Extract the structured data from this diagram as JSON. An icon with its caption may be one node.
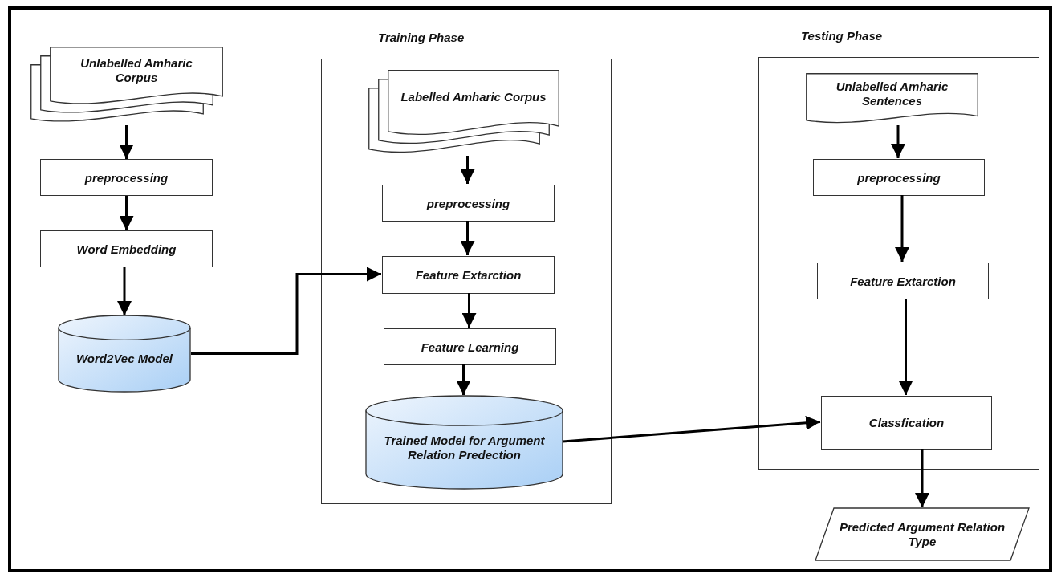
{
  "diagram": {
    "nodes": [
      {
        "text": [
          "Unlabelled Amharic Corpus"
        ]
      },
      {
        "text": [
          "preprocessing"
        ]
      },
      {
        "text": [
          "Word Embedding"
        ]
      },
      {
        "text": [
          "Word2Vec Model"
        ]
      },
      {
        "text": [
          "Training Phase"
        ]
      },
      {
        "text": [
          "Labelled Amharic Corpus"
        ],
        "in": 4
      },
      {
        "text": [
          "preprocessing"
        ],
        "in": 4
      },
      {
        "text": [
          "Feature Extarction"
        ],
        "in": 4
      },
      {
        "text": [
          "Feature Learning"
        ],
        "in": 4
      },
      {
        "text": [
          "Trained Model for Argument Relation Predection"
        ],
        "in": 4
      },
      {
        "text": [
          "Testing Phase"
        ]
      },
      {
        "text": [
          "Unlabelled Amharic Sentences"
        ],
        "in": 10
      },
      {
        "text": [
          "preprocessing"
        ],
        "in": 10
      },
      {
        "text": [
          "Feature Extarction"
        ],
        "in": 10
      },
      {
        "text": [
          "Classfication"
        ],
        "in": 10
      },
      {
        "text": [
          "Predicted Argument Relation Type"
        ]
      }
    ],
    "edges": [
      {
        "from": 0,
        "to": 1,
        "arrow": "to"
      },
      {
        "from": 1,
        "to": 2,
        "arrow": "to"
      },
      {
        "from": 2,
        "to": 3,
        "arrow": "to"
      },
      {
        "from": 3,
        "to": 7,
        "arrow": "to"
      },
      {
        "from": 5,
        "to": 6,
        "arrow": "to"
      },
      {
        "from": 6,
        "to": 7,
        "arrow": "to"
      },
      {
        "from": 7,
        "to": 8,
        "arrow": "to"
      },
      {
        "from": 8,
        "to": 9,
        "arrow": "to"
      },
      {
        "from": 9,
        "to": 14,
        "arrow": "to"
      },
      {
        "from": 11,
        "to": 12,
        "arrow": "to"
      },
      {
        "from": 12,
        "to": 13,
        "arrow": "to"
      },
      {
        "from": 13,
        "to": 14,
        "arrow": "to"
      },
      {
        "from": 14,
        "to": 15,
        "arrow": "to"
      }
    ]
  }
}
